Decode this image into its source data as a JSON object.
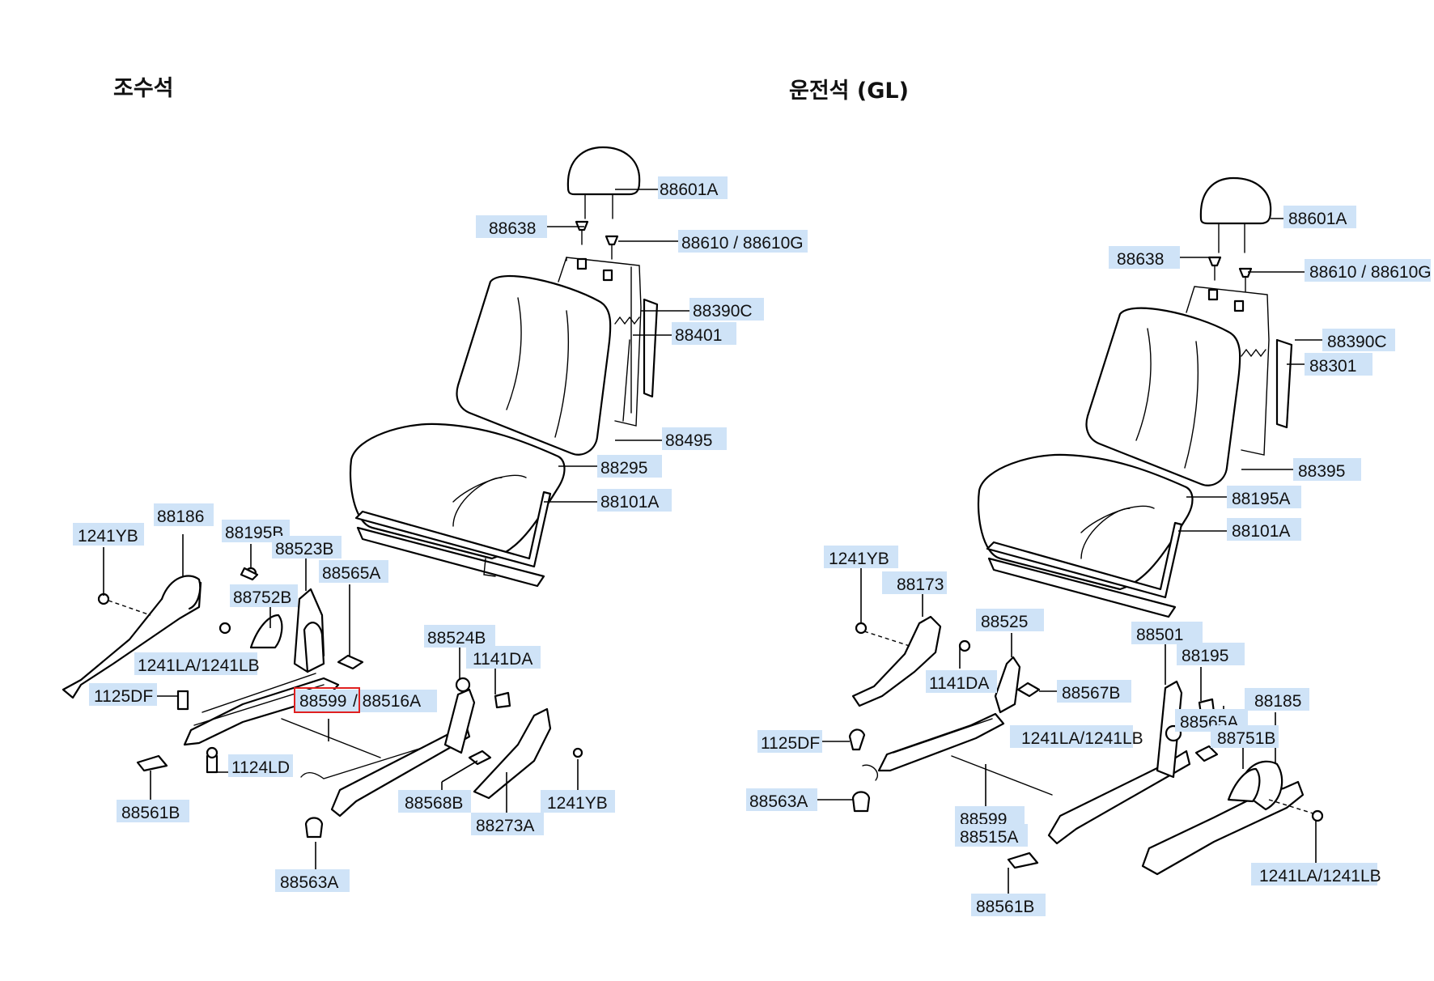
{
  "titles": {
    "passenger": "조수석",
    "driver": "운전석 (GL)"
  },
  "labels": {
    "p_88601A": "88601A",
    "p_88638": "88638",
    "p_88610": "88610 / 88610G",
    "p_88390C": "88390C",
    "p_88401": "88401",
    "p_88495": "88495",
    "p_88295": "88295",
    "p_88101A": "88101A",
    "p_1241YB_a": "1241YB",
    "p_88186": "88186",
    "p_88195B": "88195B",
    "p_88523B": "88523B",
    "p_88565A": "88565A",
    "p_88752B": "88752B",
    "p_1241LA": "1241LA/1241LB",
    "p_88524B": "88524B",
    "p_1141DA": "1141DA",
    "p_1125DF": "1125DF",
    "p_88599": "88599",
    "p_88516A": "/ 88516A",
    "p_1124LD": "1124LD",
    "p_88561B": "88561B",
    "p_88568B": "88568B",
    "p_1241YB_b": "1241YB",
    "p_88273A": "88273A",
    "p_88563A": "88563A",
    "d_88601A": "88601A",
    "d_88638": "88638",
    "d_88610": "88610 / 88610G",
    "d_88390C": "88390C",
    "d_88301": "88301",
    "d_88395": "88395",
    "d_88195A": "88195A",
    "d_88101A": "88101A",
    "d_1241YB": "1241YB",
    "d_88173": "88173",
    "d_88525": "88525",
    "d_1141DA": "1141DA",
    "d_88567B": "88567B",
    "d_88501": "88501",
    "d_88195": "88195",
    "d_88185": "88185",
    "d_88565A": "88565A",
    "d_88751B": "88751B",
    "d_1241LA_a": "1241LA/1241LB",
    "d_1125DF": "1125DF",
    "d_88563A": "88563A",
    "d_88599": "88599",
    "d_88515A": "88515A",
    "d_88561B": "88561B",
    "d_1241LA_b": "1241LA/1241LB"
  },
  "highlight_color": "#e02020",
  "label_background": "#cfe3f7"
}
